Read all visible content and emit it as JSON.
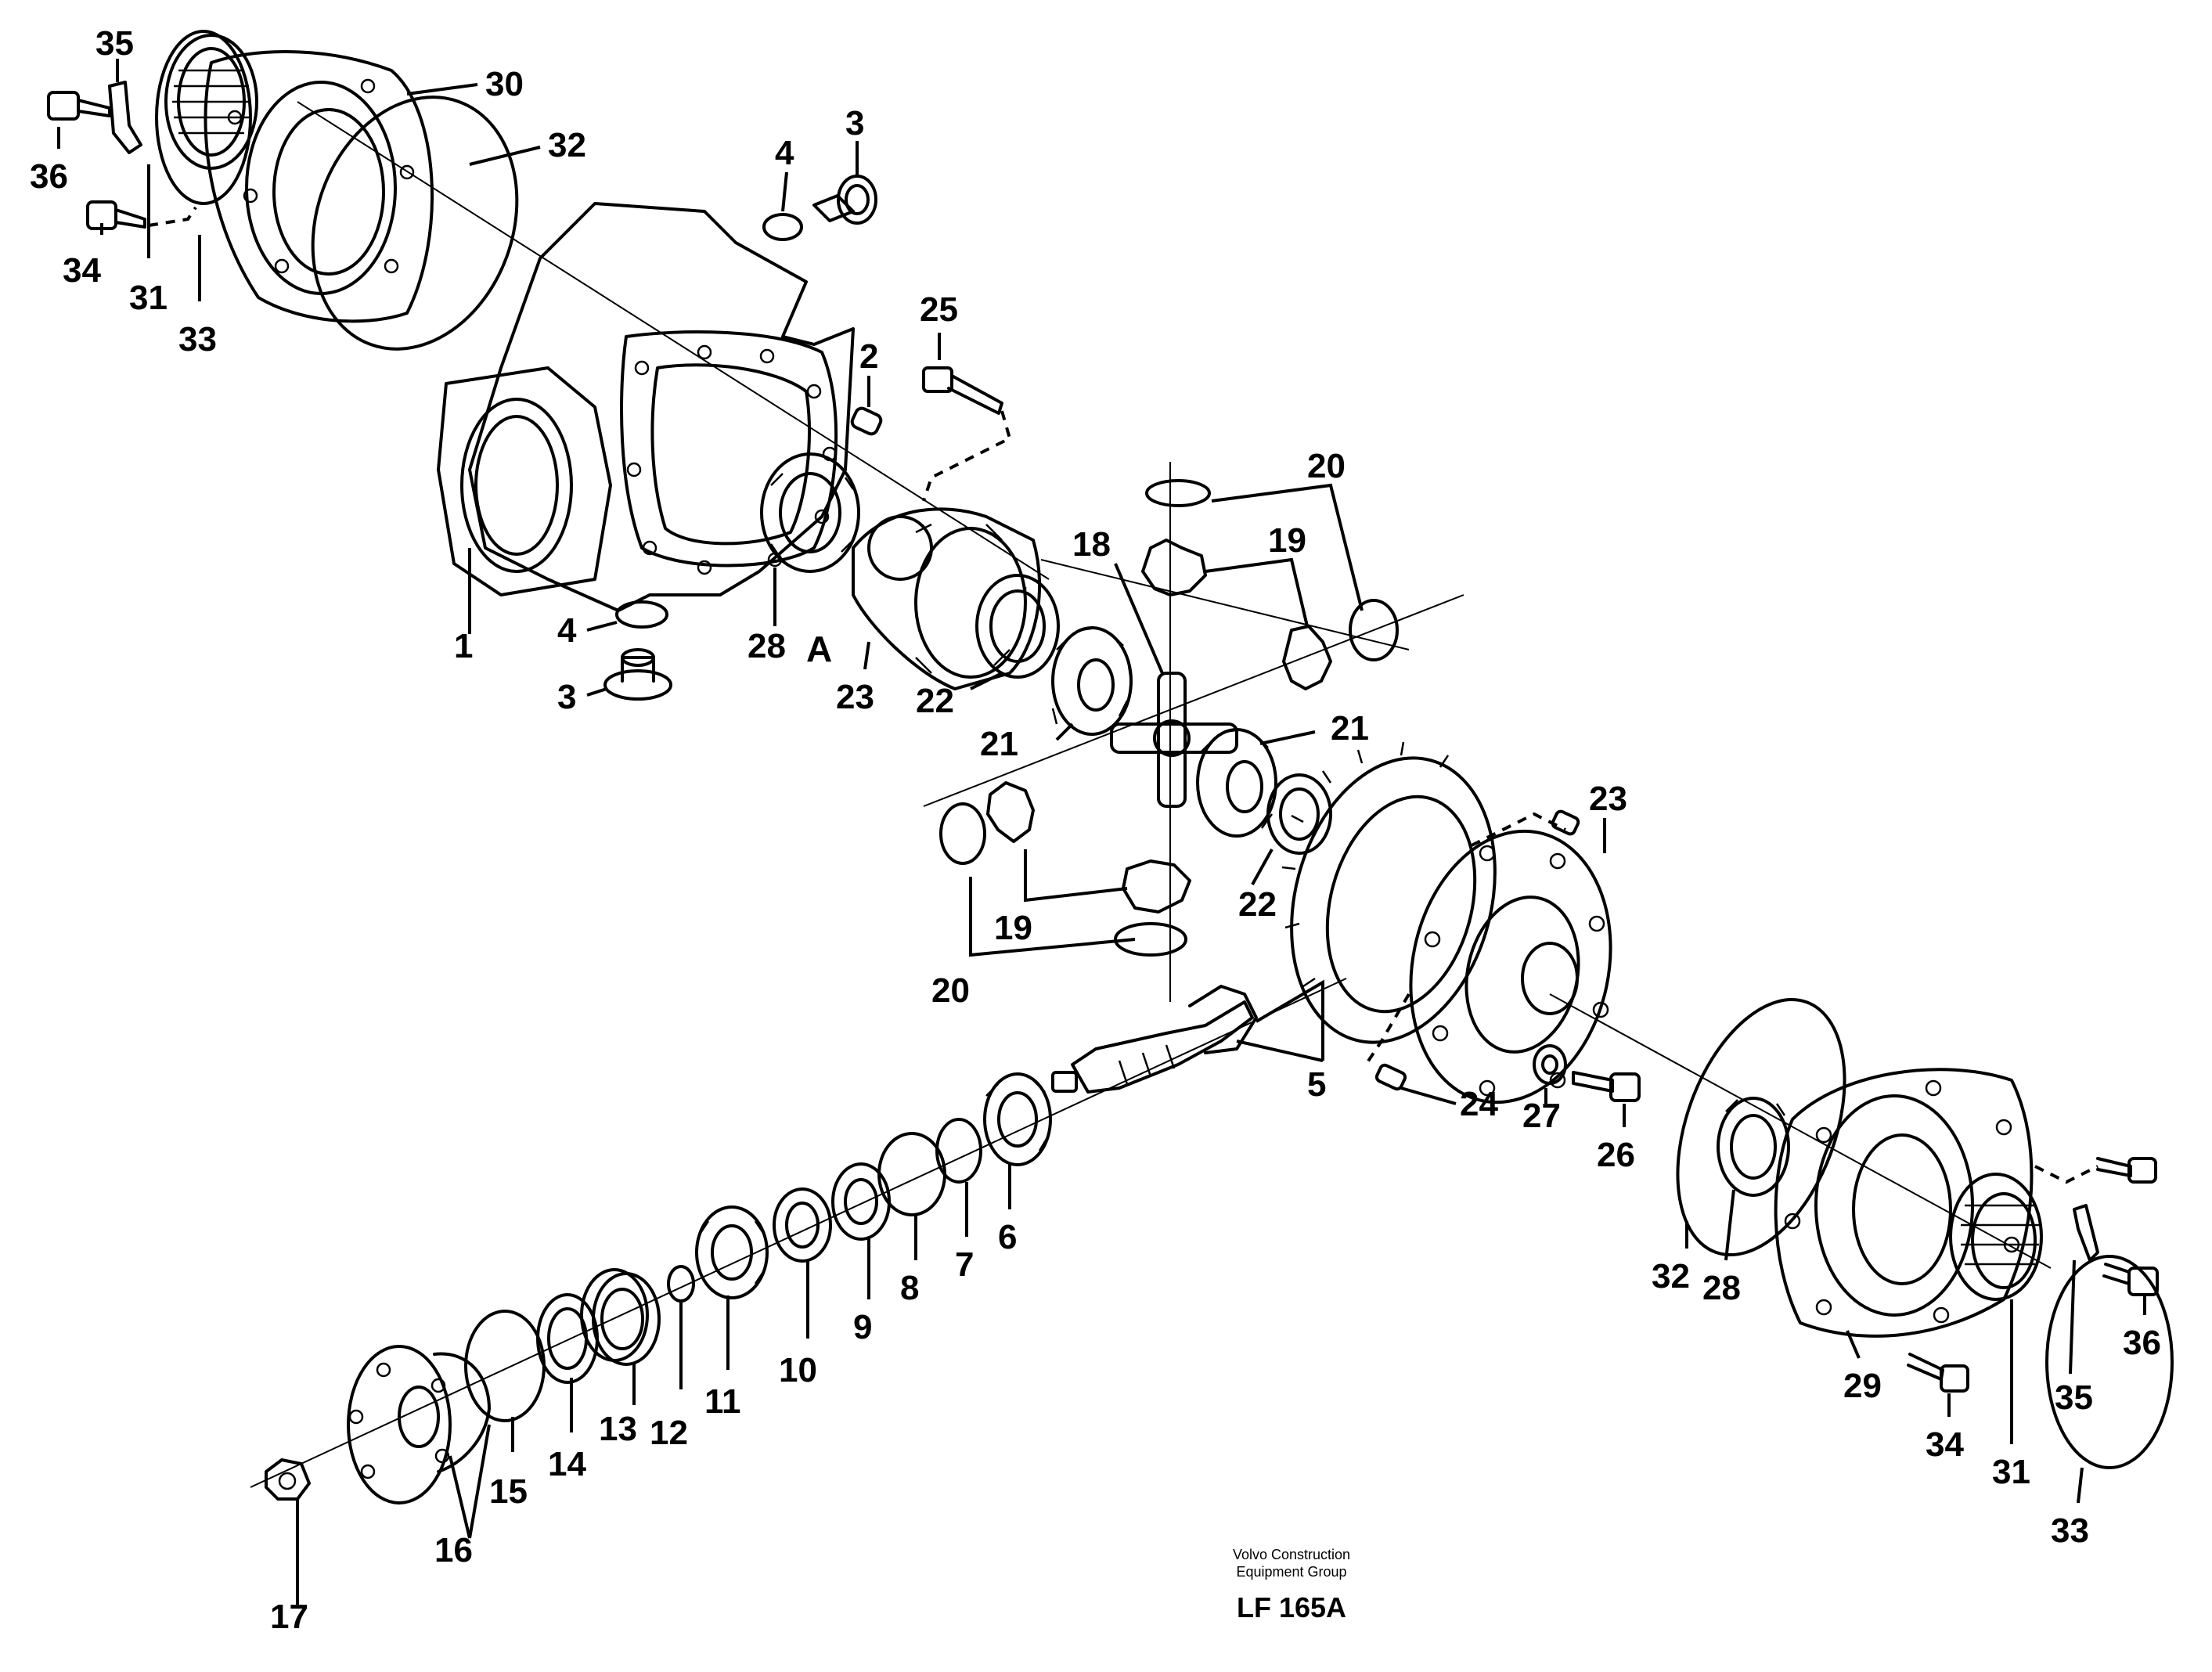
{
  "callouts": {
    "c1": "1",
    "c2": "2",
    "c3a": "3",
    "c3b": "3",
    "c4a": "4",
    "c4b": "4",
    "c5": "5",
    "c6": "6",
    "c7": "7",
    "c8": "8",
    "c9": "9",
    "c10": "10",
    "c11": "11",
    "c12": "12",
    "c13": "13",
    "c14": "14",
    "c15": "15",
    "c16": "16",
    "c17": "17",
    "c18": "18",
    "c19a": "19",
    "c19b": "19",
    "c20a": "20",
    "c20b": "20",
    "c21a": "21",
    "c21b": "21",
    "c22a": "22",
    "c22b": "22",
    "c23a": "23",
    "c23b": "23",
    "c24": "24",
    "c25": "25",
    "c26": "26",
    "c27": "27",
    "c28a": "28",
    "c28b": "28",
    "c29": "29",
    "c30": "30",
    "c31a": "31",
    "c31b": "31",
    "c32a": "32",
    "c32b": "32",
    "c33a": "33",
    "c33b": "33",
    "c34a": "34",
    "c34b": "34",
    "c35a": "35",
    "c35b": "35",
    "c36a": "36",
    "c36b": "36",
    "cA": "A"
  },
  "footer": {
    "line1": "Volvo Construction",
    "line2": "Equipment Group",
    "code": "LF 165A"
  }
}
